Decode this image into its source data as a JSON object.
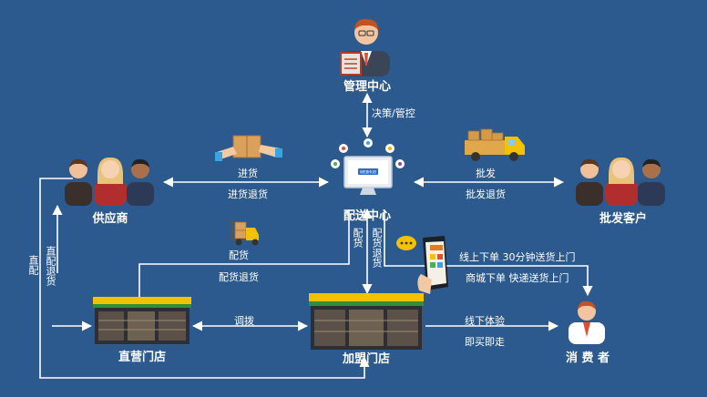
{
  "nodes": {
    "management": "管理中心",
    "distribution": "配送中心",
    "supplier": "供应商",
    "wholesale": "批发客户",
    "direct_store": "直营门店",
    "franchise_store": "加盟门店",
    "consumer": "消 费 者"
  },
  "edges": {
    "decision_control": "决策/管控",
    "purchase": "进货",
    "purchase_return": "进货退货",
    "wholesale": "批发",
    "wholesale_return": "批发退货",
    "delivery": "配货",
    "delivery_return": "配货退货",
    "delivery_v": "配货",
    "delivery_return_v": "配货退货",
    "direct_delivery": "直配",
    "direct_delivery_return": "直配退货",
    "transfer": "调拨",
    "online_order": "线上下单 30分钟送货上门",
    "mall_order": "商城下单 快递送货上门",
    "offline_experience": "线下体验",
    "buy_and_go": "即买即走"
  },
  "screen_badge": "WEBHUB",
  "colors": {
    "background": "#2c5a8e",
    "line": "#ffffff",
    "store_roof": "#f2c200",
    "store_green": "#2f8f3a",
    "suit": "#2b3340"
  }
}
